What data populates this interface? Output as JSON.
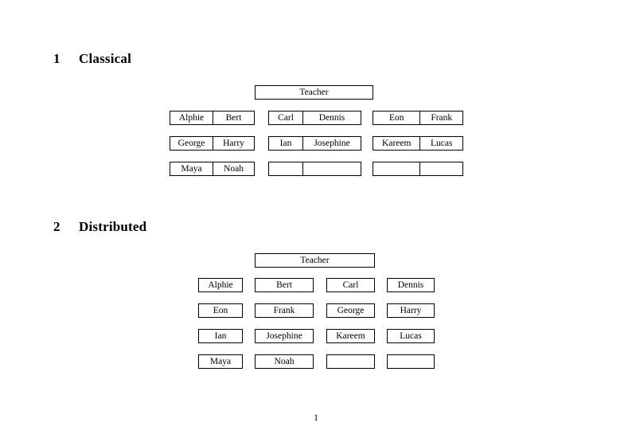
{
  "document": {
    "page_number": "1",
    "sections": [
      {
        "number": "1",
        "title": "Classical",
        "layout": "paired-cells",
        "teacher_label": "Teacher",
        "rows": [
          {
            "groups": [
              {
                "cells": [
                  "Alphie",
                  "Bert"
                ]
              },
              {
                "cells": [
                  "Carl",
                  "Dennis"
                ]
              },
              {
                "cells": [
                  "Eon",
                  "Frank"
                ]
              }
            ]
          },
          {
            "groups": [
              {
                "cells": [
                  "George",
                  "Harry"
                ]
              },
              {
                "cells": [
                  "Ian",
                  "Josephine"
                ]
              },
              {
                "cells": [
                  "Kareem",
                  "Lucas"
                ]
              }
            ]
          },
          {
            "groups": [
              {
                "cells": [
                  "Maya",
                  "Noah"
                ]
              },
              {
                "cells": [
                  "",
                  ""
                ]
              },
              {
                "cells": [
                  "",
                  ""
                ]
              }
            ]
          }
        ]
      },
      {
        "number": "2",
        "title": "Distributed",
        "layout": "separate-boxes",
        "teacher_label": "Teacher",
        "rows": [
          {
            "boxes": [
              "Alphie",
              "Bert",
              "Carl",
              "Dennis"
            ]
          },
          {
            "boxes": [
              "Eon",
              "Frank",
              "George",
              "Harry"
            ]
          },
          {
            "boxes": [
              "Ian",
              "Josephine",
              "Kareem",
              "Lucas"
            ]
          },
          {
            "boxes": [
              "Maya",
              "Noah",
              "",
              ""
            ]
          }
        ]
      }
    ]
  },
  "style": {
    "border_color": "#000000",
    "background_color": "#ffffff",
    "text_color": "#000000"
  }
}
